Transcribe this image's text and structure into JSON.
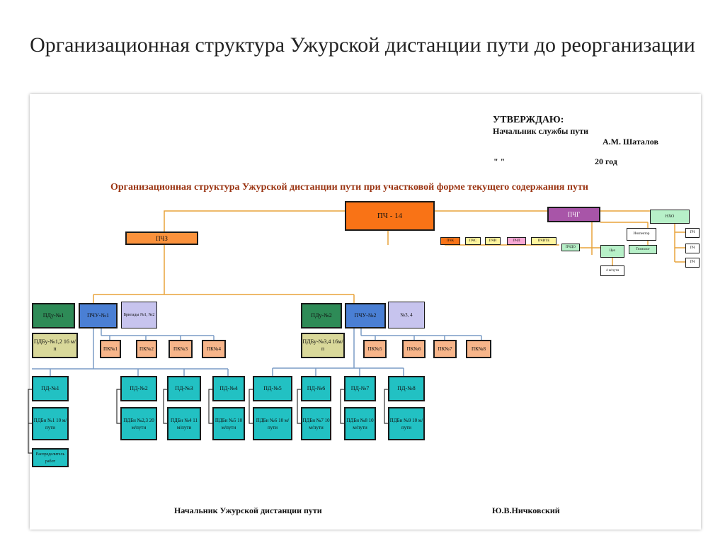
{
  "slide_title": "Организационная структура Ужурской дистанции пути до реорганизации",
  "approval": {
    "heading": "УТВЕРЖДАЮ:",
    "position": "Начальник службы пути",
    "signer": "А.М. Шаталов",
    "date_quotes": "\"          \"",
    "year": "20   год"
  },
  "chart_title": "Организационная структура Ужурской дистанции пути при участковой форме текущего содержания пути",
  "nodes": {
    "pch14": "ПЧ - 14",
    "pchz": "ПЧЗ",
    "pchg": "ПЧГ",
    "nho": "НХО",
    "pchk": "ПЧК",
    "pchs": "ПЧС",
    "ppch": "ПЧИ",
    "pchl": "ПЧЛ",
    "pchte": "ПЧИТЕ",
    "pchdo": "ПЧДО",
    "cheh": "Цех",
    "tech": "Технолог",
    "rem4": "4 м/пути",
    "instr": "Инспектор",
    "r1": "ПЧ",
    "r2": "ПЧ",
    "r3": "ПЧ",
    "pdu1": "ПДу-№1",
    "pchu1": "ПЧУ-№1",
    "brig12": "Бригады №1, №2",
    "pdb12": "ПДБу-№1,2 16 м/п",
    "pdu2": "ПДу-№2",
    "pchu2": "ПЧУ-№2",
    "brig34": "№3, 4",
    "pdb34": "ПДБу-№3,4 16м/п",
    "pk1": "ПК№1",
    "pk2": "ПК№2",
    "pk3": "ПК№3",
    "pk4": "ПК№4",
    "pk5": "ПК№5",
    "pk6": "ПК№6",
    "pk7": "ПК№7",
    "pk8": "ПК№8",
    "pd1": "ПД-№1",
    "pd2": "ПД-№2",
    "pd3": "ПД-№3",
    "pd4": "ПД-№4",
    "pd5": "ПД-№5",
    "pd6": "ПД-№6",
    "pd7": "ПД-№7",
    "pd8": "ПД-№8",
    "b1": "ПДБн №1 10 м/пути",
    "b2": "ПДБн №2,3 20 м/пути",
    "b3": "ПДБн №4 11 м/пути",
    "b4": "ПДБн №5 10 м/пути",
    "b5": "ПДБн №6 10 м/пути",
    "b6": "ПДБн №7 10 м/пути",
    "b7": "ПДБн №8 10 м/пути",
    "b8": "ПДБн №9 10 м/пути",
    "raspr": "Распределитель работ"
  },
  "footer": {
    "left": "Начальник Ужурской дистанции пути",
    "right": "Ю.В.Ничковский"
  }
}
